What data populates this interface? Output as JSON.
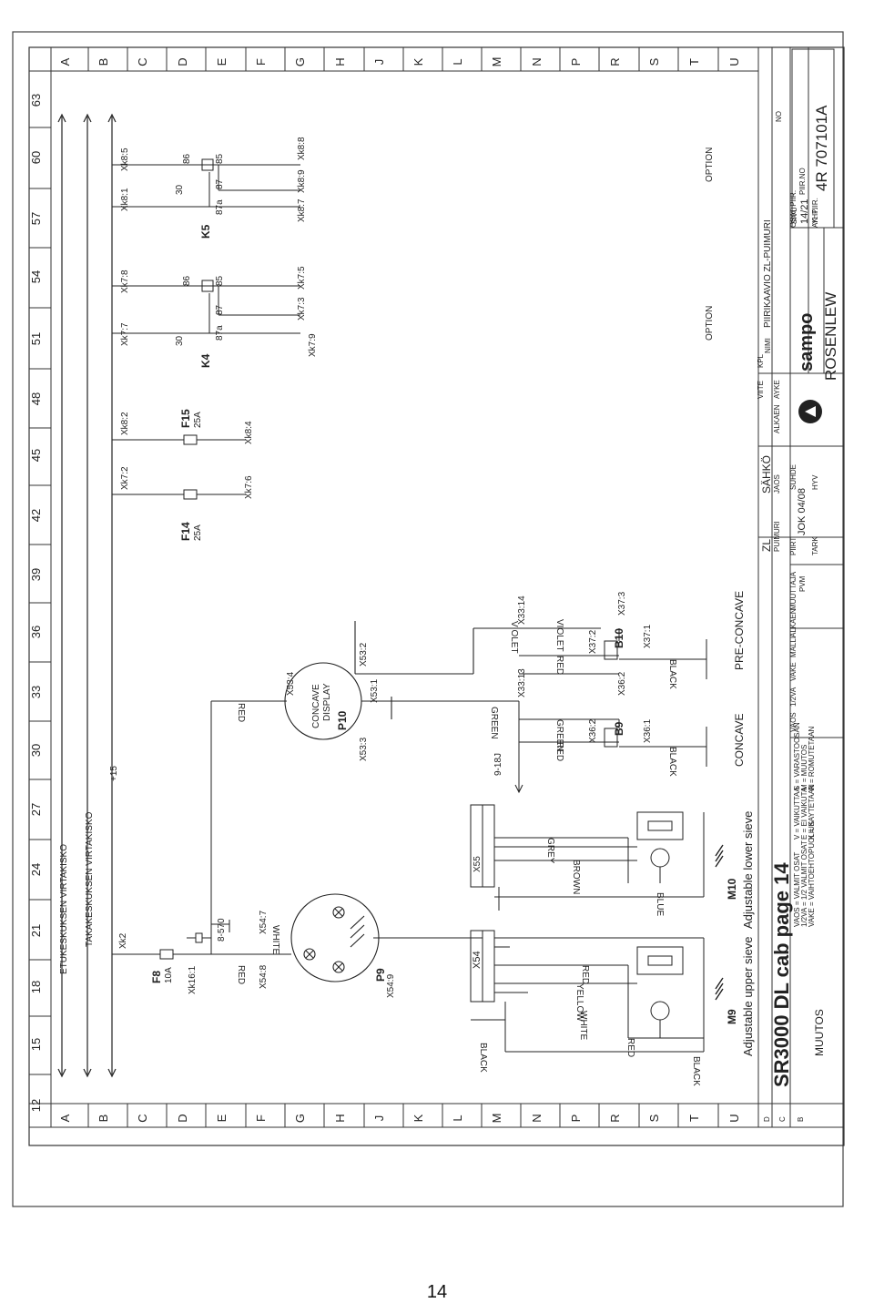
{
  "page_number": "14",
  "title": "SR3000 DL cab page 14",
  "grid": {
    "columns": [
      "63",
      "60",
      "57",
      "54",
      "51",
      "48",
      "45",
      "42",
      "39",
      "36",
      "33",
      "30",
      "27",
      "24",
      "21",
      "18",
      "15",
      "12"
    ],
    "rows": [
      "A",
      "B",
      "C",
      "D",
      "E",
      "F",
      "G",
      "H",
      "J",
      "K",
      "L",
      "M",
      "N",
      "P",
      "R",
      "S",
      "T",
      "U"
    ]
  },
  "rails": {
    "ignition": "ETUKESKUKSEN VIRTAKISKO",
    "rear": "TAKAKESKUKSEN VIRTAKISKO",
    "plus": "+15"
  },
  "fuses": [
    {
      "name": "F8",
      "rating": "10A",
      "from": "Xk2",
      "to": "Xk16:1"
    },
    {
      "name": "F14",
      "rating": "25A",
      "from": "Xk7:2",
      "to": "Xk7:6"
    },
    {
      "name": "F15",
      "rating": "25A",
      "from": "Xk8:2",
      "to": "Xk8:4"
    }
  ],
  "relays": [
    {
      "name": "K4",
      "pins": [
        "30",
        "86",
        "85",
        "87",
        "87a"
      ],
      "terms": [
        "Xk7:7",
        "Xk7:8",
        "Xk7:3",
        "Xk7:5",
        "Xk7:9"
      ],
      "option": "OPTION"
    },
    {
      "name": "K5",
      "pins": [
        "30",
        "86",
        "85",
        "87",
        "87a"
      ],
      "terms": [
        "Xk8:1",
        "Xk8:5",
        "Xk8:7",
        "Xk8:9",
        "Xk8:8"
      ],
      "option": "OPTION"
    }
  ],
  "left_labels": {
    "d1": "8-570",
    "t1": "X54:7",
    "t2": "X54:8",
    "t3": "X54:9",
    "p9": "P9",
    "m9": "M9",
    "m10": "M10",
    "upper": "Adjustable upper sieve",
    "lower": "Adjustable lower sieve",
    "x54": "X54",
    "x55": "X55"
  },
  "wires": {
    "red": "RED",
    "white": "WHITE",
    "yellow": "YELLOW",
    "blue": "BLUE",
    "brown": "BROWN",
    "grey": "GREY",
    "black": "BLACK",
    "green": "GREEN",
    "violet": "VIOLET"
  },
  "center": {
    "p10": "P10",
    "display_l1": "CONCAVE",
    "display_l2": "DISPLAY",
    "t534": "X53:4",
    "t532": "X53:2",
    "t531": "X53:1",
    "t533": "X53:3",
    "sup": "9-18J",
    "b9": "B9",
    "b10": "B10",
    "t3313": "X33:13",
    "t3314": "X33:14",
    "t362a": "X36:2",
    "t362b": "X36:2",
    "t361": "X36:1",
    "t372": "X37:2",
    "t373": "X37:3",
    "t371": "X37:1",
    "concave": "CONCAVE",
    "pre_concave": "PRE-CONCAVE"
  },
  "title_block": {
    "muutos": "MUUTOS",
    "vaos": "VAOS = VALMIT OSAT",
    "half": "1/2VA = 1/2 VALMIT OSAT",
    "vake": "VAKE = VAIHTOEHTOPUOLIUS",
    "code_v": "V = VAIKUTTAA",
    "code_e": "E = EI VAIKUTA",
    "code_k": "K = KAYTETAAN",
    "code_s": "S = VARASTOOSAN",
    "code_m": "M = MUUTOS",
    "code_r": "R = ROMUTETAAN",
    "col_vaos": "VAOS",
    "col_half": "1/2VA",
    "col_vake": "VAKE",
    "col_malli": "MALLI",
    "alkaen": "ALKAEN",
    "muuttaja": "MUUTTAJA",
    "pvm": "PVM",
    "zl": "ZL",
    "sahko": "SÄHKÖ",
    "puimuri": "PUIMURI",
    "jaos": "JAOS",
    "piirt": "PIIRT",
    "piirt_value": "JOK 04/08",
    "suhde": "SUHDE",
    "tark": "TARK",
    "hyv": "HYV",
    "alkaen2": "ALKAEN",
    "ayke": "AYKE",
    "vite": "VIITE",
    "kpl": "KPL",
    "nimi": "NIMI",
    "nimi_value": "PIIRIKAAVIO ZL-PUIMURI",
    "brand": "sampo",
    "brand2": "ROSENLEW",
    "osat_piir": "OSAT PIIR.",
    "ak_piir": "AK. PIIR.",
    "sivu": "SIVU",
    "sivu_value": "14/21",
    "yht": "YHT.",
    "piir_no": "PIIR.NO",
    "no_label": "NO",
    "drawing_no": "4R 707101A"
  }
}
